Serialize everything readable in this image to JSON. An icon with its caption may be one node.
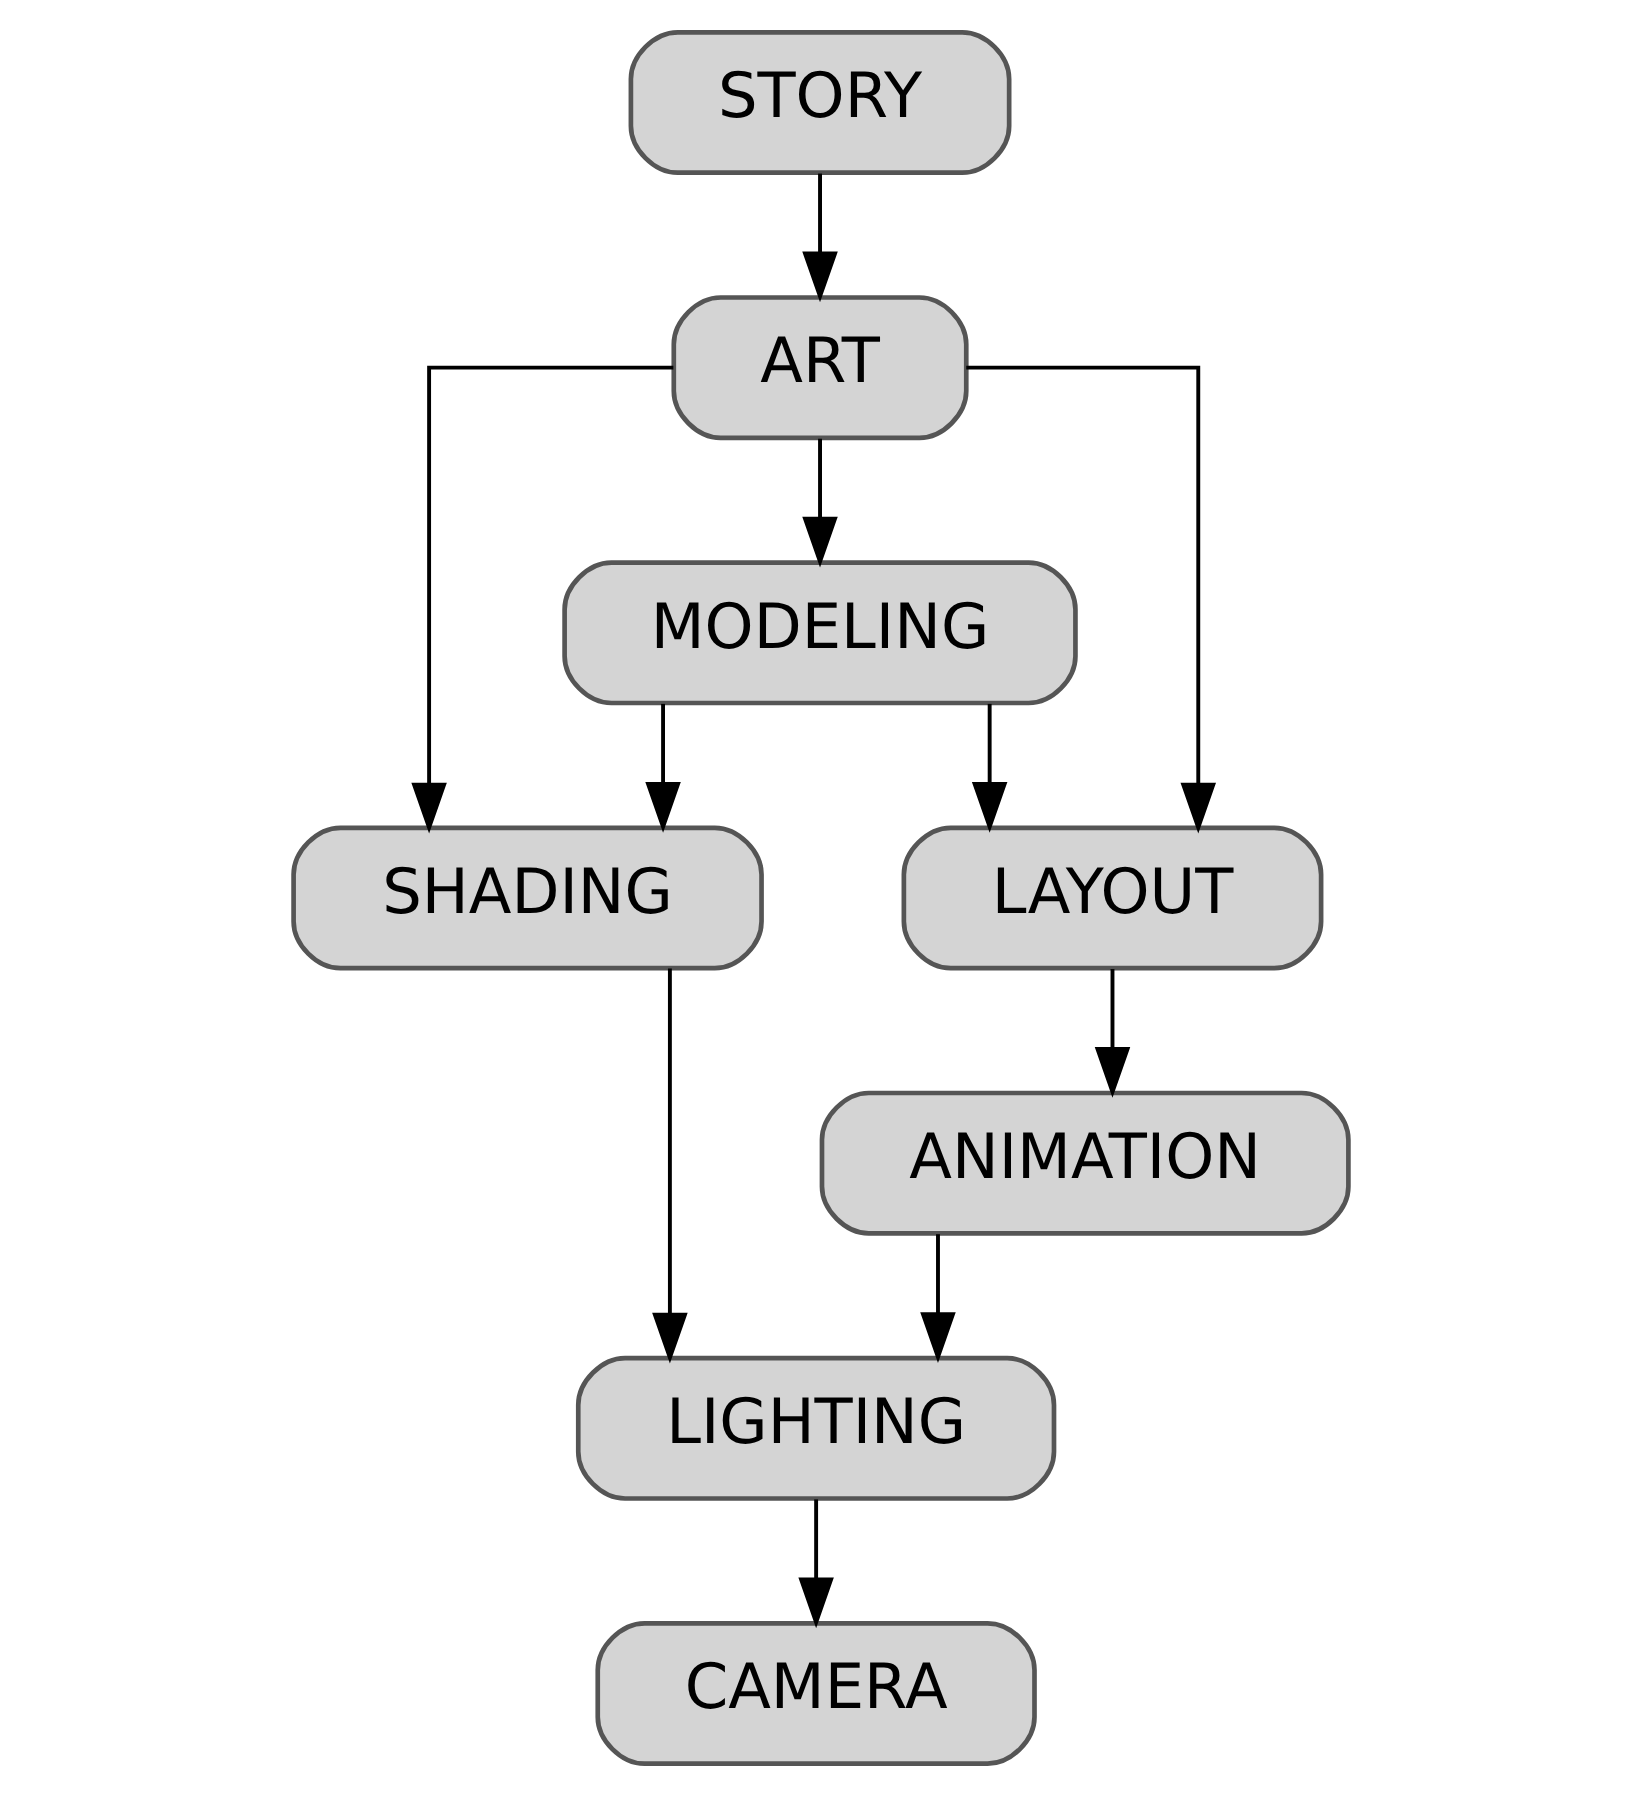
{
  "diagram": {
    "nodes": [
      {
        "text": [
          "STORY"
        ]
      },
      {
        "text": [
          "ART"
        ]
      },
      {
        "text": [
          "MODELING"
        ]
      },
      {
        "text": [
          "SHADING"
        ]
      },
      {
        "text": [
          "LAYOUT"
        ]
      },
      {
        "text": [
          "ANIMATION"
        ]
      },
      {
        "text": [
          "LIGHTING"
        ]
      },
      {
        "text": [
          "CAMERA"
        ]
      }
    ],
    "edges": [
      {
        "from": 0,
        "to": 1,
        "arrow": "to"
      },
      {
        "from": 1,
        "to": 3,
        "arrow": "to"
      },
      {
        "from": 1,
        "to": 2,
        "arrow": "to"
      },
      {
        "from": 1,
        "to": 4,
        "arrow": "to"
      },
      {
        "from": 2,
        "to": 3,
        "arrow": "to"
      },
      {
        "from": 2,
        "to": 4,
        "arrow": "to"
      },
      {
        "from": 4,
        "to": 5,
        "arrow": "to"
      },
      {
        "from": 3,
        "to": 6,
        "arrow": "to"
      },
      {
        "from": 5,
        "to": 6,
        "arrow": "to"
      },
      {
        "from": 6,
        "to": 7,
        "arrow": "to"
      }
    ]
  }
}
